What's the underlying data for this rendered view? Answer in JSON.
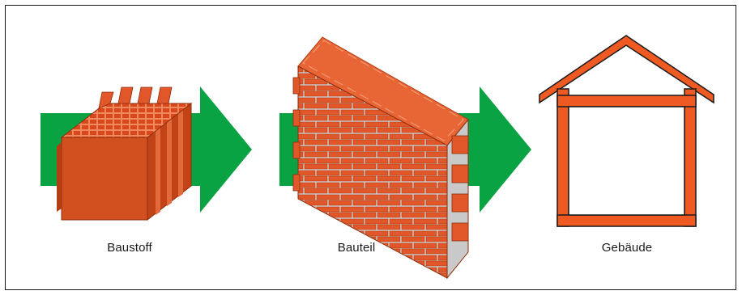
{
  "labels": {
    "material": "Baustoff",
    "component": "Bauteil",
    "building": "Gebäude"
  },
  "colors": {
    "arrow": "#0aa344",
    "brick": "#e2572a",
    "brick_dark": "#c24316",
    "brick_light": "#f0855a",
    "mortar": "#c9c9c9",
    "frame": "#ef5a23",
    "outline": "#1a1a1a"
  }
}
